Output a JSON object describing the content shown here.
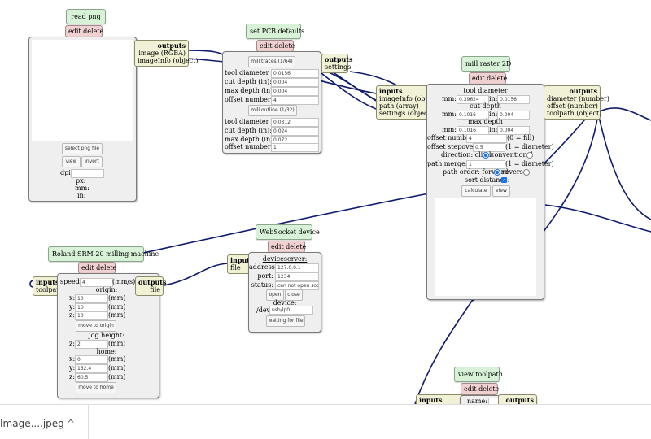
{
  "read_png": {
    "title": "read png",
    "edit_delete": "edit delete",
    "outputs_label": "outputs",
    "outputs": [
      "image (RGBA)",
      "imageInfo (object)"
    ],
    "select_png_file": "select png file",
    "view": "view",
    "invert": "invert",
    "dpi_label": "dpi:",
    "px_label": "px:",
    "mm_label": "mm:",
    "in_label": "in:"
  },
  "set_pcb": {
    "title": "set PCB defaults",
    "edit_delete": "edit delete",
    "outputs_label": "outputs",
    "outputs": [
      "settings"
    ],
    "mill_traces": "mill traces (1/64)",
    "mill_outline": "mill outline (1/32)",
    "traces": {
      "tool_diameter_label": "tool diameter (in):",
      "tool_diameter": "0.0156",
      "cut_depth_label": "cut depth (in):",
      "cut_depth": "0.004",
      "max_depth_label": "max depth (in):",
      "max_depth": "0.004",
      "offset_number_label": "offset number:",
      "offset_number": "4"
    },
    "outline": {
      "tool_diameter_label": "tool diameter (in):",
      "tool_diameter": "0.0312",
      "cut_depth_label": "cut depth (in):",
      "cut_depth": "0.024",
      "max_depth_label": "max depth (in):",
      "max_depth": "0.072",
      "offset_number_label": "offset number:",
      "offset_number": "1"
    }
  },
  "mill_raster": {
    "title": "mill raster 2D",
    "edit_delete": "edit delete",
    "inputs_label": "inputs",
    "inputs": [
      "imageInfo (object)",
      "path (array)",
      "settings (object)"
    ],
    "outputs_label": "outputs",
    "outputs": [
      "diameter (number)",
      "offset (number)",
      "toolpath (object)"
    ],
    "tool_diameter_label": "tool diameter",
    "td_mm": "0.39624",
    "td_in": "0.0156",
    "cut_depth_label": "cut depth",
    "cd_mm": "0.1016",
    "cd_in": "0.004",
    "max_depth_label": "max depth",
    "md_mm": "0.1016",
    "md_in": "0.004",
    "mm_label": "mm:",
    "in_label": "in:",
    "offset_number_label": "offset number:",
    "offset_number": "4",
    "offset_number_note": "(0 = fill)",
    "offset_stepover_label": "offset stepover:",
    "offset_stepover": "0.5",
    "offset_stepover_note": "(1 = diameter)",
    "direction_label": "direction: climb",
    "conventional": "conventional",
    "path_merge_label": "path merge:",
    "path_merge": "1",
    "path_merge_note": "(1 = diameter)",
    "path_order_label": "path order: forward",
    "reverse": "reverse",
    "sort_distance_label": "sort distance:",
    "calculate": "calculate",
    "view": "view"
  },
  "roland": {
    "title": "Roland SRM-20 milling machine",
    "edit_delete": "edit delete",
    "inputs_label": "inputs",
    "inputs": [
      "toolpath"
    ],
    "outputs_label": "outputs",
    "outputs": [
      "file"
    ],
    "speed_label": "speed:",
    "speed": "4",
    "speed_unit": "(mm/s)",
    "origin_label": "origin:",
    "x_label": "x:",
    "y_label": "y:",
    "z_label": "z:",
    "origin_x": "10",
    "origin_y": "10",
    "origin_z": "10",
    "mm_unit": "(mm)",
    "move_to_origin": "move to origin",
    "jog_height_label": "jog height:",
    "jog_z": "2",
    "home_label": "home:",
    "home_x": "0",
    "home_y": "152.4",
    "home_z": "60.5",
    "move_to_home": "move to home"
  },
  "websocket": {
    "title": "WebSocket device",
    "edit_delete": "edit delete",
    "inputs_label": "inputs",
    "inputs": [
      "file"
    ],
    "deviceserver_label": "deviceserver:",
    "address_label": "address:",
    "address": "127.0.0.1",
    "port_label": "port:",
    "port": "1234",
    "status_label": "status:",
    "status": "can not open soc",
    "open": "open",
    "close": "close",
    "device_label": "device:",
    "dev_prefix": "/dev/",
    "dev_value": "usb/lp0",
    "waiting_for_file": "waiting for file"
  },
  "view_toolpath": {
    "title": "view toolpath",
    "edit_delete": "edit delete",
    "inputs_label": "inputs",
    "name_label": "name:",
    "outputs_label": "outputs"
  },
  "download_bar": {
    "filename": "Image....jpeg",
    "chevron": "^"
  },
  "colors": {
    "wire": "#0d1a6e",
    "title_bg": "#d8f2d8",
    "edit_bg": "#f0d0d0",
    "io_bg": "#f1f1d5",
    "panel_bg": "#efefef"
  }
}
